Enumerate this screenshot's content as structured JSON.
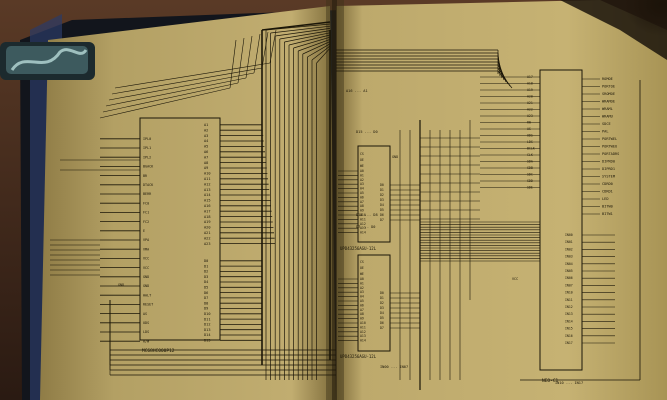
{
  "left_page": {
    "chip_cpu": "MC68HC000P12",
    "cpu_pins_a": [
      "A1",
      "A2",
      "A3",
      "A4",
      "A5",
      "A6",
      "A7",
      "A8",
      "A9",
      "A10",
      "A11",
      "A12",
      "A13",
      "A14",
      "A15",
      "A16",
      "A17",
      "A18",
      "A19",
      "A20",
      "A21",
      "A22",
      "A23"
    ],
    "cpu_pins_d": [
      "D0",
      "D1",
      "D2",
      "D3",
      "D4",
      "D5",
      "D6",
      "D7",
      "D8",
      "D9",
      "D10",
      "D11",
      "D12",
      "D13",
      "D14",
      "D15"
    ],
    "cpu_pins_ctrl": [
      "IPL0",
      "IPL1",
      "IPL2",
      "BGACK",
      "BR",
      "DTACK",
      "BERR",
      "FC0",
      "FC1",
      "FC2",
      "E",
      "VPA",
      "VMA",
      "VCC",
      "VCC",
      "GND",
      "GND",
      "HALT",
      "RESET",
      "AS",
      "UDS",
      "LDS",
      "R/W"
    ],
    "ground_label": "GND"
  },
  "right_page": {
    "ram1": "UPD43256AGU-12L",
    "ram2": "UPD43256AGU-12L",
    "ram_pins_a": [
      "A0",
      "A1",
      "A2",
      "A3",
      "A4",
      "A5",
      "A6",
      "A7",
      "A8",
      "A9",
      "A10",
      "A11",
      "A12",
      "A13",
      "A14"
    ],
    "ram_pins_d": [
      "D0",
      "D1",
      "D2",
      "D3",
      "D4",
      "D5",
      "D6",
      "D7"
    ],
    "ram_ctrl": [
      "CS",
      "OE",
      "WE"
    ],
    "io_chip": "NEO-C1",
    "io_pins_a": [
      "A17",
      "A18",
      "A19",
      "A20",
      "A21",
      "A22",
      "A23",
      "RW",
      "AS",
      "UDS",
      "LDS",
      "BCLK",
      "CLK",
      "SDA",
      "SDB",
      "SDC",
      "SDD",
      "SDE"
    ],
    "io_pins_in": [
      "IN00",
      "IN01",
      "IN02",
      "IN03",
      "IN04",
      "IN05",
      "IN06",
      "IN07",
      "IN10",
      "IN11",
      "IN12",
      "IN13",
      "IN14",
      "IN15",
      "IN16",
      "IN17"
    ],
    "io_right": [
      "ROMOE",
      "PORTOE",
      "SROMOE",
      "WRAMOE",
      "WRAML",
      "WRAMU",
      "SDCE",
      "PAL",
      "PORTWEL",
      "PORTWEU",
      "PORTADRS",
      "DIPRD0",
      "DIPRD1",
      "SYSTEM",
      "CDRD0",
      "CDRD1",
      "LED",
      "BITW0",
      "BITW1"
    ],
    "bus_labels": [
      "A16 ... A1",
      "D15 ... D0",
      "D15 ... D8",
      "D7 ... D0",
      "IN00 ... IN07",
      "IN10 ... IN17"
    ],
    "ground_label": "GND",
    "vcc_label": "VCC"
  },
  "colors": {
    "page": "#b8a468",
    "page_shadow": "#6e5f36",
    "ink": "#1b1608",
    "table": "#2e2018",
    "cover": "#12151c"
  }
}
